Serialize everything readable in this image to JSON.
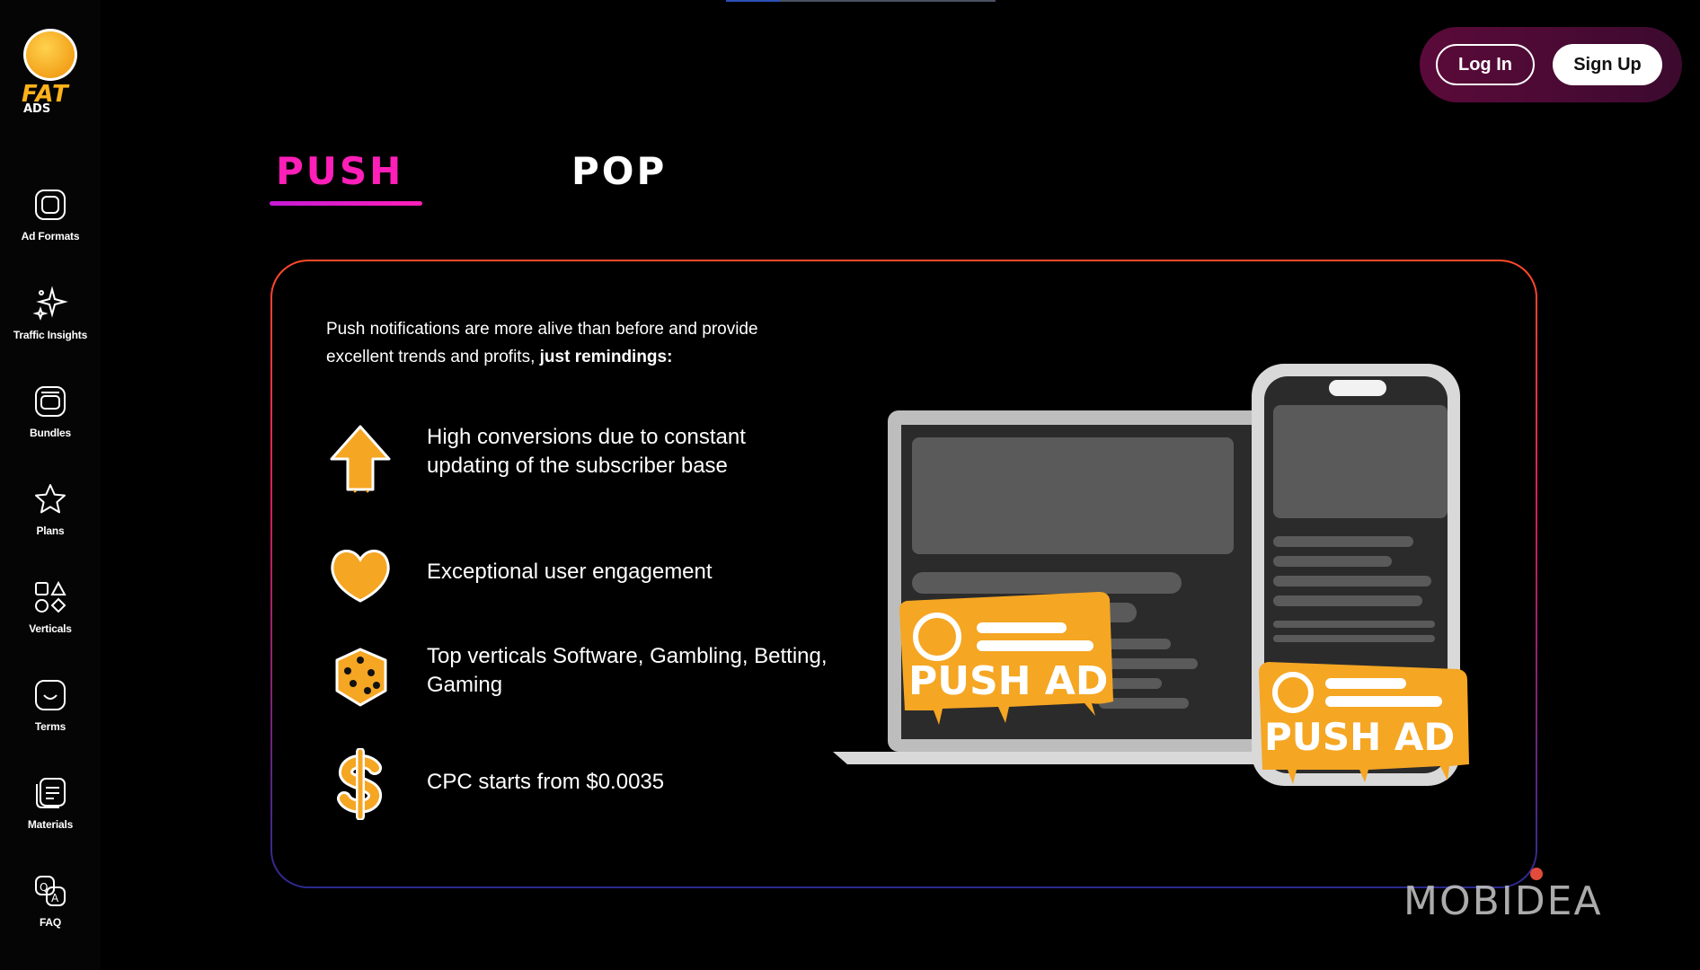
{
  "brand": {
    "logo_word": "FAT",
    "logo_sub": "ADS"
  },
  "sidebar": {
    "items": [
      {
        "label": "Ad Formats",
        "icon": "ad-formats-icon"
      },
      {
        "label": "Traffic Insights",
        "icon": "sparkle-icon"
      },
      {
        "label": "Bundles",
        "icon": "bundles-icon"
      },
      {
        "label": "Plans",
        "icon": "star-icon"
      },
      {
        "label": "Verticals",
        "icon": "shapes-icon"
      },
      {
        "label": "Terms",
        "icon": "smile-icon"
      },
      {
        "label": "Materials",
        "icon": "document-icon"
      },
      {
        "label": "FAQ",
        "icon": "faq-icon"
      }
    ]
  },
  "auth": {
    "login_label": "Log In",
    "signup_label": "Sign Up"
  },
  "tabs": [
    {
      "label": "PUSH",
      "active": true
    },
    {
      "label": "POP",
      "active": false
    }
  ],
  "content": {
    "intro_text": "Push notifications are more alive than before and provide excellent trends and profits,",
    "intro_bold": "just remindings:",
    "features": [
      {
        "icon": "arrow-up-icon",
        "text": "High conversions due to constant updating of the subscriber base"
      },
      {
        "icon": "heart-icon",
        "text": "Exceptional user engagement"
      },
      {
        "icon": "dice-icon",
        "text": "Top verticals Software, Gambling, Betting, Gaming"
      },
      {
        "icon": "dollar-icon",
        "text": "CPC starts from $0.0035"
      }
    ],
    "illustration": {
      "laptop_badge": "PUSH AD",
      "phone_badge": "PUSH AD"
    }
  },
  "watermark": "MOBIDEA",
  "colors": {
    "accent_pink": "#ff1fb8",
    "badge_orange": "#f5a623",
    "auth_bg": "#5b0a3a"
  }
}
